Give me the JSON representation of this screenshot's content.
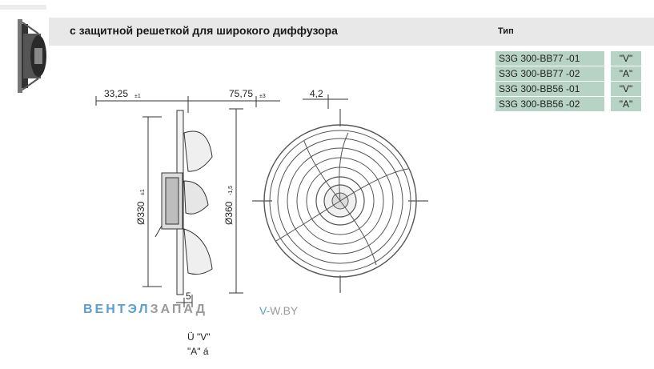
{
  "header": {
    "title": "с защитной решеткой для широкого диффузора",
    "type_label": "Тип"
  },
  "types": [
    {
      "model": "S3G 300-BB77  -01",
      "variant": "\"V\""
    },
    {
      "model": "S3G 300-BB77  -02",
      "variant": "\"A\""
    },
    {
      "model": "S3G 300-BB56  -01",
      "variant": "\"V\""
    },
    {
      "model": "S3G 300-BB56  -02",
      "variant": "\"A\""
    }
  ],
  "drawing": {
    "dim_a": "33,25",
    "dim_a_tol": "±1",
    "dim_b": "75,75",
    "dim_b_tol": "±3",
    "dim_c": "4,2",
    "dim_d": "Ø330",
    "dim_d_tol": "±1",
    "dim_e": "Ø360",
    "dim_e_tol": "-1,5",
    "dim_f": "5"
  },
  "watermark": {
    "part_a": "ВЕНТЭЛ",
    "part_b": "ЗАПАД",
    "site_a": "V-",
    "site_b": "W.BY"
  },
  "notes": {
    "line1": "Ü \"V\"",
    "line2": "\"A\" á"
  },
  "colors": {
    "table_fill": "#b7d3c6",
    "header_fill": "#e8e8e8",
    "brand_blue": "#5b9ecf",
    "brand_gray": "#9a9a9a"
  }
}
